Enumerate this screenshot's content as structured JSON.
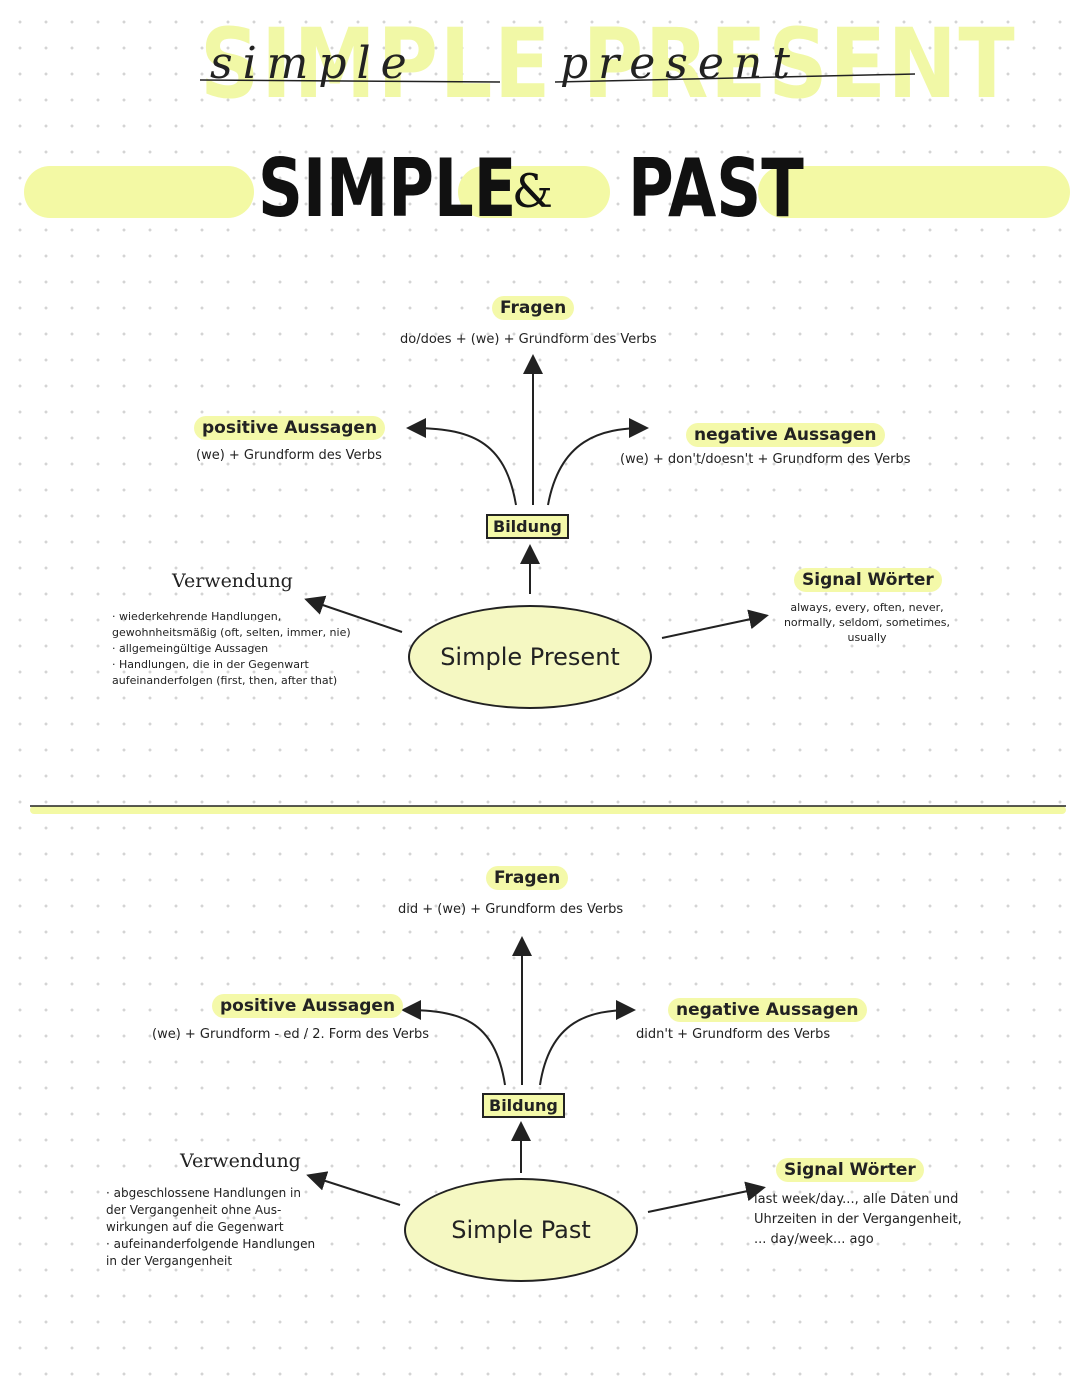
{
  "header": {
    "big_title": "SIMPLE PRESENT",
    "script_word_1": "simple",
    "script_word_2": "present",
    "title_left": "SIMPLE",
    "title_amp": "&",
    "title_right": "PAST"
  },
  "present": {
    "fragen_title": "Fragen",
    "fragen_text": "do/does + (we) + Grundform des Verbs",
    "positive_title": "positive Aussagen",
    "positive_text": "(we)  +  Grundform des Verbs",
    "negative_title": "negative Aussagen",
    "negative_text": "(we) + don't/doesn't + Grundform des Verbs",
    "bildung": "Bildung",
    "center": "Simple Present",
    "verwendung_title": "Verwendung",
    "verwendung_items": [
      "· wiederkehrende Handlungen,",
      "  gewohnheitsmäßig (oft, selten, immer, nie)",
      "· allgemeingültige Aussagen",
      "· Handlungen, die in der Gegenwart",
      "  aufeinanderfolgen (first, then, after that)"
    ],
    "signal_title": "Signal Wörter",
    "signal_lines": [
      "always, every, often, never,",
      "normally, seldom, sometimes,",
      "usually"
    ]
  },
  "past": {
    "fragen_title": "Fragen",
    "fragen_text": "did + (we) + Grundform des Verbs",
    "positive_title": "positive Aussagen",
    "positive_text": "(we) + Grundform - ed / 2. Form des Verbs",
    "negative_title": "negative Aussagen",
    "negative_text": "didn't + Grundform des Verbs",
    "bildung": "Bildung",
    "center": "Simple Past",
    "verwendung_title": "Verwendung",
    "verwendung_items": [
      "· abgeschlossene Handlungen in",
      "  der Vergangenheit ohne Aus-",
      "  wirkungen auf die Gegenwart",
      "· aufeinanderfolgende Handlungen",
      "  in der Vergangenheit"
    ],
    "signal_title": "Signal Wörter",
    "signal_lines": [
      "last week/day..., alle Daten und",
      "Uhrzeiten in der Vergangenheit,",
      "... day/week... ago"
    ]
  },
  "colors": {
    "highlight": "#f4f9a9",
    "ellipse_fill": "#f5f8c2",
    "ink": "#222222"
  }
}
